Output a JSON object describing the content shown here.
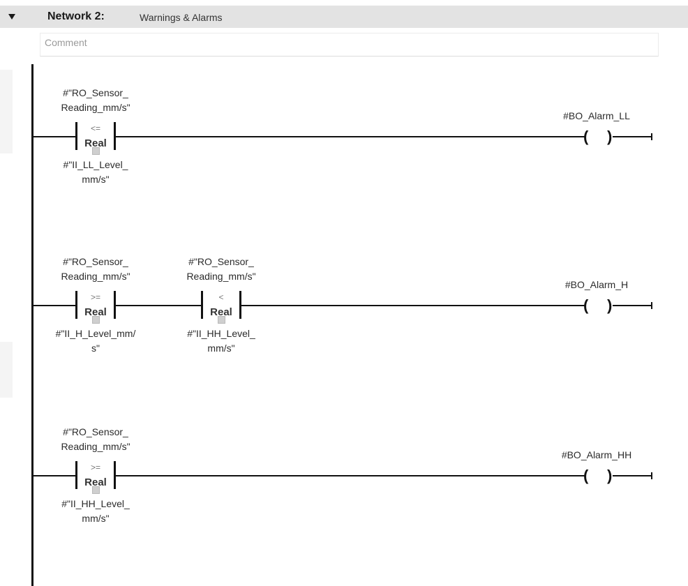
{
  "network": {
    "label": "Network 2:",
    "title": "Warnings & Alarms",
    "comment_placeholder": "Comment"
  },
  "rungs": [
    {
      "contacts": [
        {
          "top_operand": [
            "#\"RO_Sensor_",
            "Reading_mm/s\""
          ],
          "operator": "<=",
          "data_type": "Real",
          "bottom_operand": [
            "#\"II_LL_Level_",
            "mm/s\""
          ]
        }
      ],
      "coil": "#BO_Alarm_LL"
    },
    {
      "contacts": [
        {
          "top_operand": [
            "#\"RO_Sensor_",
            "Reading_mm/s\""
          ],
          "operator": ">=",
          "data_type": "Real",
          "bottom_operand": [
            "#\"II_H_Level_mm/",
            "s\""
          ]
        },
        {
          "top_operand": [
            "#\"RO_Sensor_",
            "Reading_mm/s\""
          ],
          "operator": "<",
          "data_type": "Real",
          "bottom_operand": [
            "#\"II_HH_Level_",
            "mm/s\""
          ]
        }
      ],
      "coil": "#BO_Alarm_H"
    },
    {
      "contacts": [
        {
          "top_operand": [
            "#\"RO_Sensor_",
            "Reading_mm/s\""
          ],
          "operator": ">=",
          "data_type": "Real",
          "bottom_operand": [
            "#\"II_HH_Level_",
            "mm/s\""
          ]
        }
      ],
      "coil": "#BO_Alarm_HH"
    }
  ]
}
